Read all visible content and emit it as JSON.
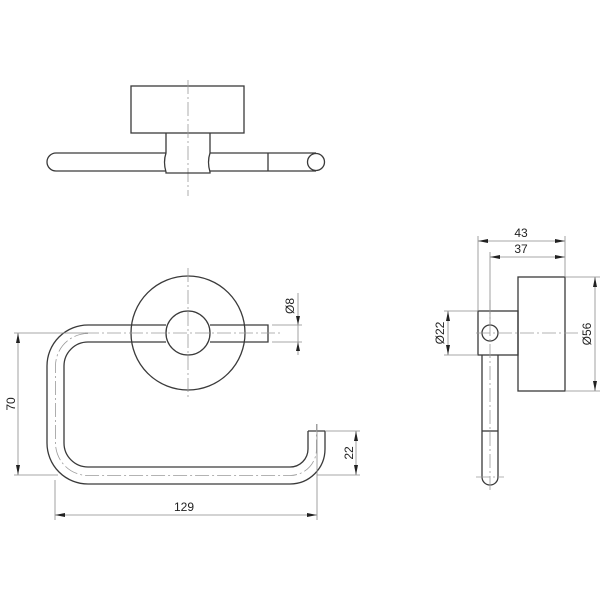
{
  "drawing": {
    "title": "Toilet roll holder technical drawing",
    "views": [
      {
        "name": "top-view"
      },
      {
        "name": "front-view"
      },
      {
        "name": "side-view"
      }
    ],
    "colors": {
      "outline": "#3a3a3a",
      "centerline": "#9a9a9a",
      "dimension": "#8a8a8a",
      "background": "#ffffff"
    }
  },
  "dimensions": {
    "front_height": "70",
    "front_width": "129",
    "hook_height": "22",
    "rod_diameter": "Ø8",
    "side_depth_total": "43",
    "side_depth_rod": "37",
    "neck_diameter": "Ø22",
    "plate_diameter": "Ø56"
  }
}
